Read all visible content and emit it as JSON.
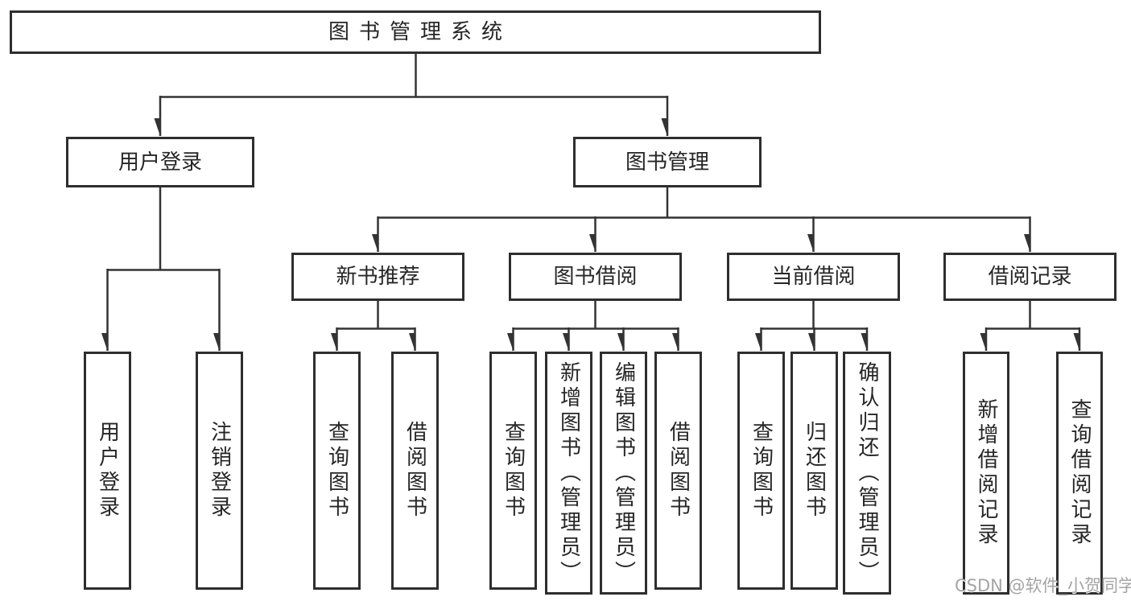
{
  "colors": {
    "background": "#ffffff",
    "line": "#333333",
    "box_border": "#2e2e2e",
    "text": "#262626",
    "watermark": "#a4a4a4"
  },
  "watermark": {
    "text": "CSDN @软件_小贺同学"
  },
  "tree": {
    "root": {
      "label": "图书管理系统"
    },
    "branches": [
      {
        "label": "用户登录",
        "children": [
          {
            "label": "用户登录"
          },
          {
            "label": "注销登录"
          }
        ]
      },
      {
        "label": "图书管理",
        "children": [
          {
            "label": "新书推荐",
            "children": [
              {
                "label": "查询图书"
              },
              {
                "label": "借阅图书"
              }
            ]
          },
          {
            "label": "图书借阅",
            "children": [
              {
                "label": "查询图书"
              },
              {
                "label": "新增图书（管理员）"
              },
              {
                "label": "编辑图书（管理员）"
              },
              {
                "label": "借阅图书"
              }
            ]
          },
          {
            "label": "当前借阅",
            "children": [
              {
                "label": "查询图书"
              },
              {
                "label": "归还图书"
              },
              {
                "label": "确认归还（管理员）"
              }
            ]
          },
          {
            "label": "借阅记录",
            "children": [
              {
                "label": "新增借阅记录"
              },
              {
                "label": "查询借阅记录"
              }
            ]
          }
        ]
      }
    ]
  }
}
